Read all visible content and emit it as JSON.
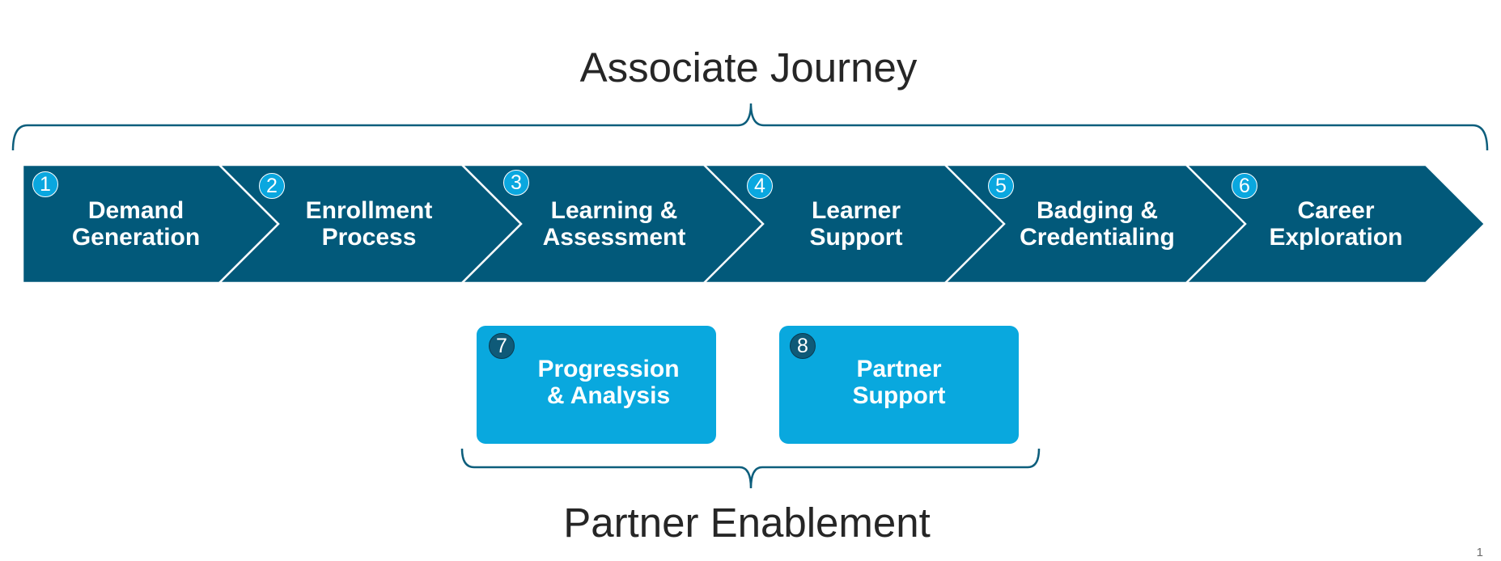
{
  "diagram": {
    "top_title": "Associate Journey",
    "bottom_title": "Partner Enablement",
    "page_number": "1",
    "steps": [
      {
        "number": "1",
        "label": "Demand\nGeneration"
      },
      {
        "number": "2",
        "label": "Enrollment\nProcess"
      },
      {
        "number": "3",
        "label": "Learning &\nAssessment"
      },
      {
        "number": "4",
        "label": "Learner\nSupport"
      },
      {
        "number": "5",
        "label": "Badging &\nCredentialing"
      },
      {
        "number": "6",
        "label": "Career\nExploration"
      }
    ],
    "boxes": [
      {
        "number": "7",
        "label": "Progression\n& Analysis"
      },
      {
        "number": "8",
        "label": "Partner\nSupport"
      }
    ]
  },
  "colors": {
    "chevron_fill": "#02597a",
    "chevron_separator": "#ffffff",
    "box_fill": "#09a8de",
    "bracket_stroke": "#0d5e7c",
    "title_text": "#262626",
    "badge_light": "#0aa7df",
    "badge_dark": "#0f5a78"
  }
}
